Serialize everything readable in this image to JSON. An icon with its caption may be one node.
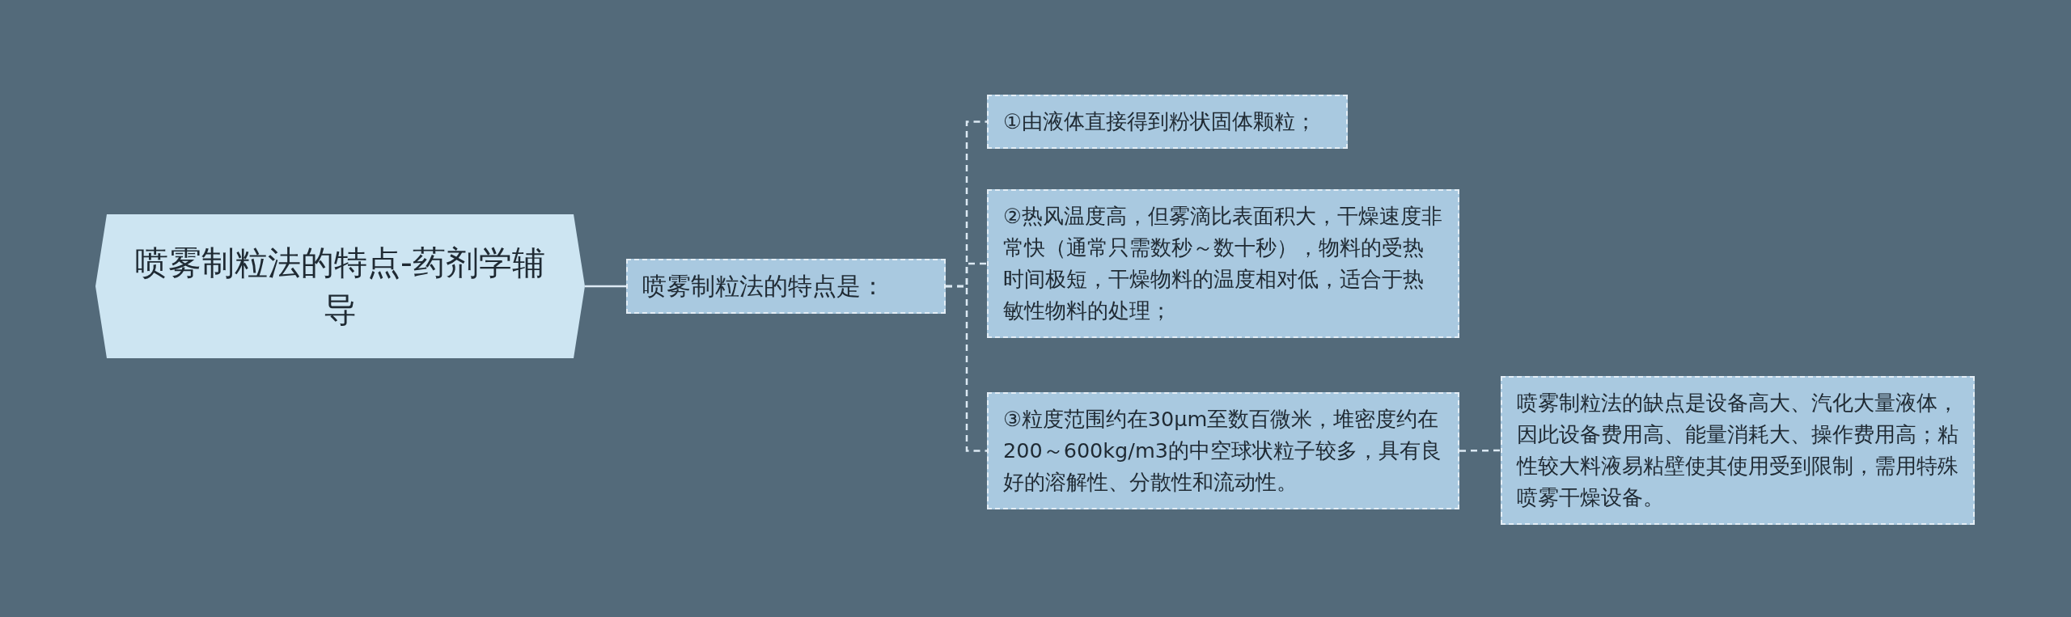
{
  "diagram": {
    "nodes": [
      {
        "text": [
          "喷雾制粒法的特点-药剂学辅导"
        ]
      },
      {
        "text": [
          "喷雾制粒法的特点是："
        ]
      },
      {
        "text": [
          "①由液体直接得到粉状固体颗粒；"
        ]
      },
      {
        "text": [
          "②热风温度高，但雾滴比表面积大，干燥速度非常快（通常只需数秒～数十秒），物料的受热时间极短，干燥物料的温度相对低，适合于热敏性物料的处理；"
        ]
      },
      {
        "text": [
          "③粒度范围约在30μm至数百微米，堆密度约在200～600kg/m3的中空球状粒子较多，具有良好的溶解性、分散性和流动性。"
        ]
      },
      {
        "text": [
          "喷雾制粒法的缺点是设备高大、汽化大量液体，因此设备费用高、能量消耗大、操作费用高；粘性较大料液易粘壁使其使用受到限制，需用特殊喷雾干燥设备。"
        ]
      }
    ],
    "edges": [
      {
        "from": 0,
        "to": 1,
        "arrow": "none"
      },
      {
        "from": 1,
        "to": 2,
        "arrow": "none",
        "style": "dashed"
      },
      {
        "from": 1,
        "to": 3,
        "arrow": "none",
        "style": "dashed"
      },
      {
        "from": 1,
        "to": 4,
        "arrow": "none",
        "style": "dashed"
      },
      {
        "from": 4,
        "to": 5,
        "arrow": "none",
        "style": "dashed"
      }
    ]
  }
}
